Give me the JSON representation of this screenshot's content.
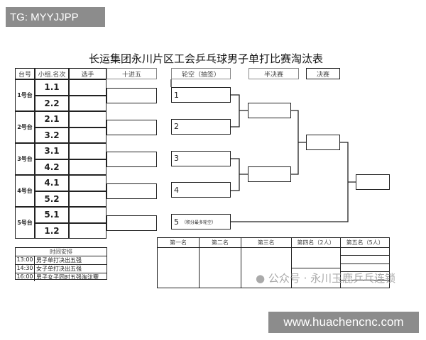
{
  "watermark_top": "TG: MYYJJPP",
  "watermark_bottom": "www.huachencnc.com",
  "watermark_wechat": "公众号 · 永川玉鹿乒乓连锁",
  "title": "长运集团永川片区工会乒乓球男子单打比赛淘汰表",
  "table_headers": {
    "table": "台号",
    "rank": "小组.名次",
    "player": "选手",
    "r10": "十进五",
    "bye": "轮空（抽签）",
    "semi": "半决赛",
    "final": "决赛"
  },
  "tables": [
    {
      "label": "1号台",
      "seeds": [
        "1.1",
        "2.2"
      ]
    },
    {
      "label": "2号台",
      "seeds": [
        "2.1",
        "3.2"
      ]
    },
    {
      "label": "3号台",
      "seeds": [
        "3.1",
        "4.2"
      ]
    },
    {
      "label": "4号台",
      "seeds": [
        "4.1",
        "5.2"
      ]
    },
    {
      "label": "5号台",
      "seeds": [
        "5.1",
        "1.2"
      ]
    }
  ],
  "bye_slots": [
    "1",
    "2",
    "3",
    "4",
    "5"
  ],
  "bye_note": "（积分最多轮空）",
  "schedule": {
    "title": "时间安排",
    "rows": [
      {
        "time": "13:00",
        "event": "男子单打决出五强"
      },
      {
        "time": "14:30",
        "event": "女子单打决出五强"
      },
      {
        "time": "16:00",
        "event": "男子女子同时五强淘汰赛"
      }
    ]
  },
  "ranking_headers": [
    "第一名",
    "第二名",
    "第三名",
    "第四名（2人）",
    "第五名（5人）"
  ]
}
